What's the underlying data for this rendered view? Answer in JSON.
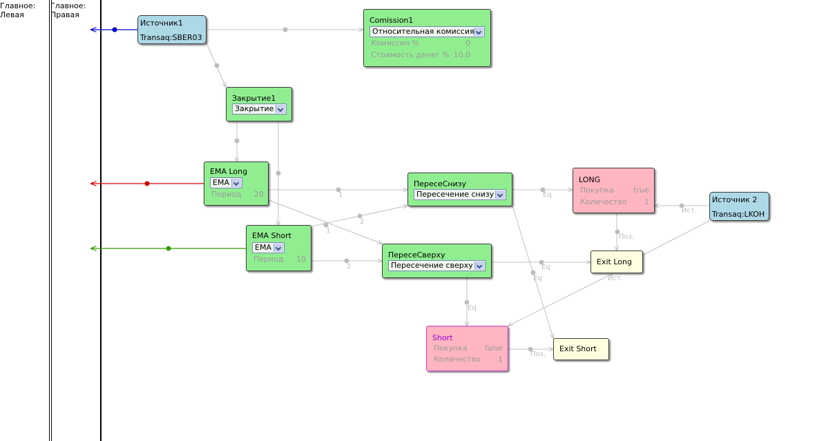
{
  "panels": {
    "left_label": "Главное:\nЛевая",
    "right_label": "Главное:\nПравая"
  },
  "colors": {
    "green_node": "#90ee90",
    "blue_node": "#add8e6",
    "pink_node": "#ffb6c1",
    "yellow_node": "#ffffe0",
    "wire": "#c0c0c0",
    "output_blue": "#0000cc",
    "output_red": "#cc0000",
    "output_green": "#339900",
    "short_title": "#9900cc"
  },
  "nodes": {
    "source1": {
      "title": "Источник1",
      "security": "Transaq:SBER03"
    },
    "commission1": {
      "title": "Comission1",
      "mode": "Относительная комиссия",
      "p1_name": "Комиссия %",
      "p1_value": "0",
      "p2_name": "Стоимость денег %",
      "p2_value": "10.0"
    },
    "close1": {
      "title": "Закрытие1",
      "mode": "Закрытие"
    },
    "ema_long": {
      "title": "EMA Long",
      "mode": "EMA",
      "p_name": "Период",
      "p_value": "20"
    },
    "ema_short": {
      "title": "EMA Short",
      "mode": "EMA",
      "p_name": "Период",
      "p_value": "10"
    },
    "cross_below": {
      "title": "ПересеСнизу",
      "mode": "Пересечение снизу"
    },
    "cross_above": {
      "title": "ПересеСверху",
      "mode": "Пересечение сверху"
    },
    "long": {
      "title": "LONG",
      "p1_name": "Покупка",
      "p1_value": "true",
      "p2_name": "Количество",
      "p2_value": "1"
    },
    "source2": {
      "title": "Источник 2",
      "security": "Transaq:LKOH"
    },
    "exit_long": {
      "title": "Exit Long"
    },
    "short": {
      "title": "Short",
      "p1_name": "Покупка",
      "p1_value": "false",
      "p2_name": "Количество",
      "p2_value": "1"
    },
    "exit_short": {
      "title": "Exit Short"
    }
  },
  "wire_labels": {
    "l1a": "1",
    "l2a": "2",
    "l1b": "1",
    "l2b": "2",
    "eq1": "Eq",
    "eq2": "Eq",
    "eq3": "Eq",
    "eq4": "Eq",
    "ist1": "Ист.",
    "ist2": "Ист.",
    "poz1": "Поз.",
    "poz2": "Поз."
  }
}
